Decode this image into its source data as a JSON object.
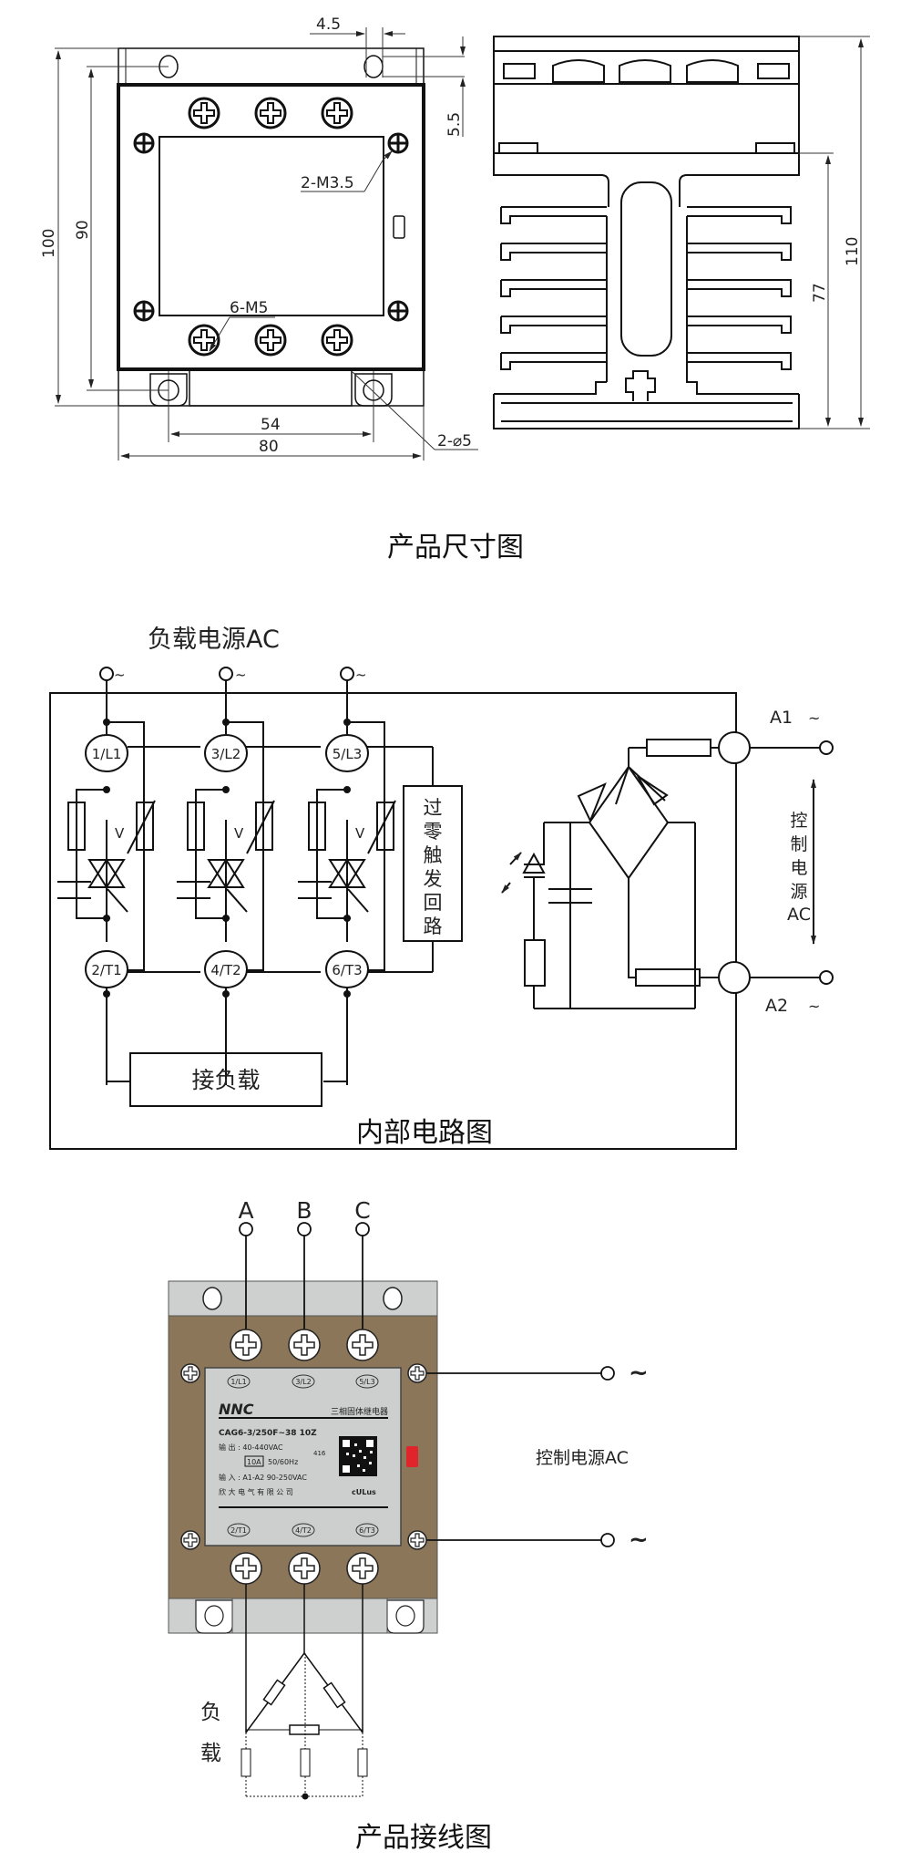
{
  "section_1": {
    "caption": "产品尺寸图",
    "dims": {
      "top_hole_pitch": "4.5",
      "edge_offset": "5.5",
      "overall_height": "100",
      "hole_height": "90",
      "hole_spacing": "54",
      "overall_width": "80",
      "side_height": "110",
      "heatsink_height": "77"
    },
    "callouts": {
      "small_screws": "2-M3.5",
      "large_screws": "6-M5",
      "mount_holes": "2-⌀5"
    }
  },
  "section_2": {
    "caption": "内部电路图",
    "load_supply_label": "负载电源AC",
    "tilde": "~",
    "terminals_top": [
      "1/L1",
      "3/L2",
      "5/L3"
    ],
    "terminals_bottom": [
      "2/T1",
      "4/T2",
      "6/T3"
    ],
    "varistor_label": "V",
    "zero_cross_label": [
      "过",
      "零",
      "触",
      "发",
      "回",
      "路"
    ],
    "load_box_label": "接负载",
    "control_terminals": [
      "A1",
      "A2"
    ],
    "control_supply_label": [
      "控",
      "制",
      "电",
      "源",
      "AC"
    ]
  },
  "section_3": {
    "caption": "产品接线图",
    "phase_labels": [
      "A",
      "B",
      "C"
    ],
    "control_supply_label": "控制电源AC",
    "tilde": "~",
    "load_label": [
      "负",
      "载"
    ],
    "colors": {
      "housing": "#8b7659",
      "faceplate": "#cdcfcf",
      "rail": "#cdd0cf",
      "indicator": "#e0242b"
    },
    "nameplate": {
      "top_terminals": [
        "1/L1",
        "3/L2",
        "5/L3"
      ],
      "bottom_terminals": [
        "2/T1",
        "4/T2",
        "6/T3"
      ],
      "brand": "NNC",
      "product_type": "三相固体继电器",
      "model": "CAG6-3/250F~38 10Z",
      "output": "输 出 : 40-440VAC",
      "current": "10A",
      "frequency": "50/60Hz",
      "code": "416",
      "input": "输 入 : A1-A2  90-250VAC",
      "company": "欣 大 电 气 有 限 公 司",
      "cert": "cULus"
    }
  }
}
